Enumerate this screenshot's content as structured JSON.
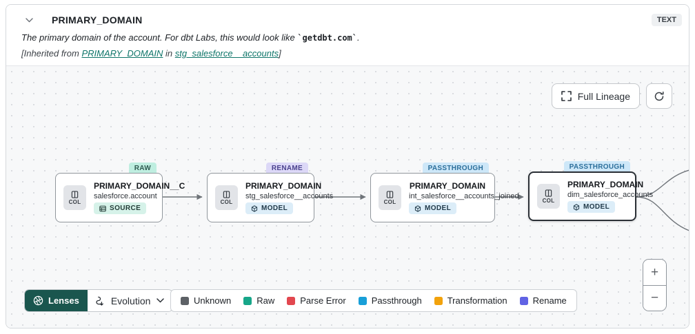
{
  "header": {
    "title": "PRIMARY_DOMAIN",
    "type_badge": "TEXT",
    "description": {
      "prefix": "The primary domain of the account. For dbt Labs, this would look like ",
      "code": "`getdbt.com`",
      "suffix": "."
    },
    "inherited": {
      "prefix": "[Inherited from ",
      "column_link": "PRIMARY_DOMAIN",
      "middle": " in ",
      "model_link": "stg_salesforce__accounts",
      "suffix": "]"
    }
  },
  "toolbar": {
    "full_lineage": "Full Lineage"
  },
  "nodes": [
    {
      "title": "PRIMARY_DOMAIN__C",
      "subtitle": "salesforce.account",
      "resource_type": "SOURCE",
      "lens": "RAW",
      "col": "COL"
    },
    {
      "title": "PRIMARY_DOMAIN",
      "subtitle": "stg_salesforce__accounts",
      "resource_type": "MODEL",
      "lens": "RENAME",
      "col": "COL"
    },
    {
      "title": "PRIMARY_DOMAIN",
      "subtitle": "int_salesforce__accounts_joined",
      "resource_type": "MODEL",
      "lens": "PASSTHROUGH",
      "col": "COL"
    },
    {
      "title": "PRIMARY_DOMAIN",
      "subtitle": "dim_salesforce_accounts",
      "resource_type": "MODEL",
      "lens": "PASSTHROUGH",
      "col": "COL"
    }
  ],
  "lens_colors": {
    "raw": {
      "bg": "#bfeee0",
      "fg": "#2f5a50"
    },
    "rename": {
      "bg": "#dcd8f7",
      "fg": "#4b428e"
    },
    "passthrough": {
      "bg": "#cde7f8",
      "fg": "#2c6f9b"
    }
  },
  "footer": {
    "lenses_label": "Lenses",
    "lens_selected": "Evolution",
    "legend": [
      {
        "label": "Unknown",
        "color": "#5d6166"
      },
      {
        "label": "Raw",
        "color": "#17a689"
      },
      {
        "label": "Parse Error",
        "color": "#e2474f"
      },
      {
        "label": "Passthrough",
        "color": "#189fd8"
      },
      {
        "label": "Transformation",
        "color": "#f2a20c"
      },
      {
        "label": "Rename",
        "color": "#6063e4"
      }
    ]
  },
  "zoom": {
    "in": "+",
    "out": "−"
  }
}
